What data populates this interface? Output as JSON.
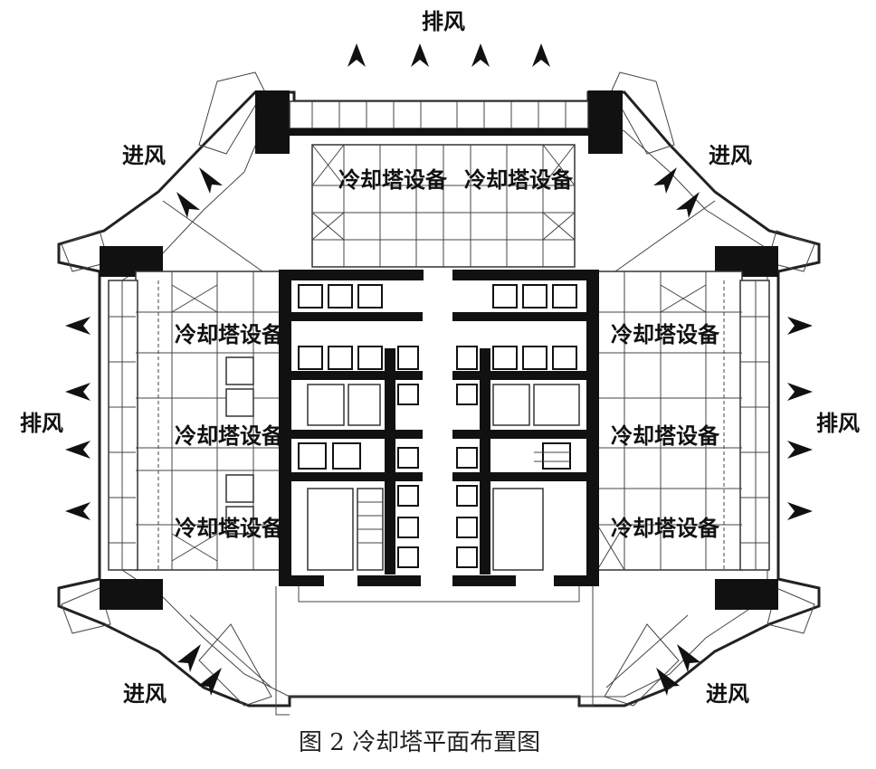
{
  "labels": {
    "exhaust": "排风",
    "intake": "进风",
    "equipment": "冷却塔设备"
  },
  "caption": "图 2  冷却塔平面布置图",
  "colors": {
    "ink": "#111111",
    "background": "#ffffff"
  }
}
